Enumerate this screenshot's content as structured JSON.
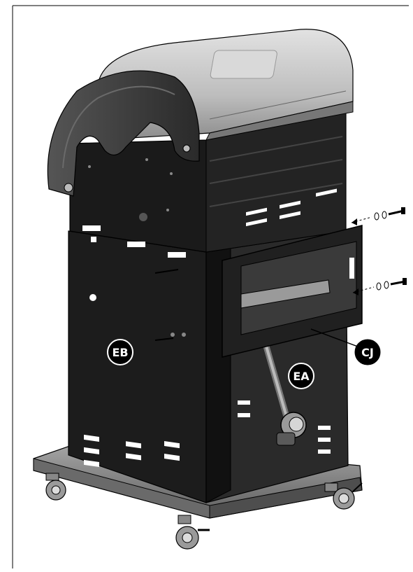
{
  "callouts": {
    "eb": "EB",
    "ea": "EA",
    "cj": "CJ"
  },
  "colors": {
    "body_dark": "#1e1e1e",
    "body_mid": "#3a3a3a",
    "hood_light": "#c8c8c8",
    "base_gray": "#8a8a8a",
    "outline": "#000000"
  },
  "icons": {
    "hardware": "screw-washer-icon",
    "caster": "caster-wheel-icon",
    "regulator": "gas-regulator-icon"
  }
}
